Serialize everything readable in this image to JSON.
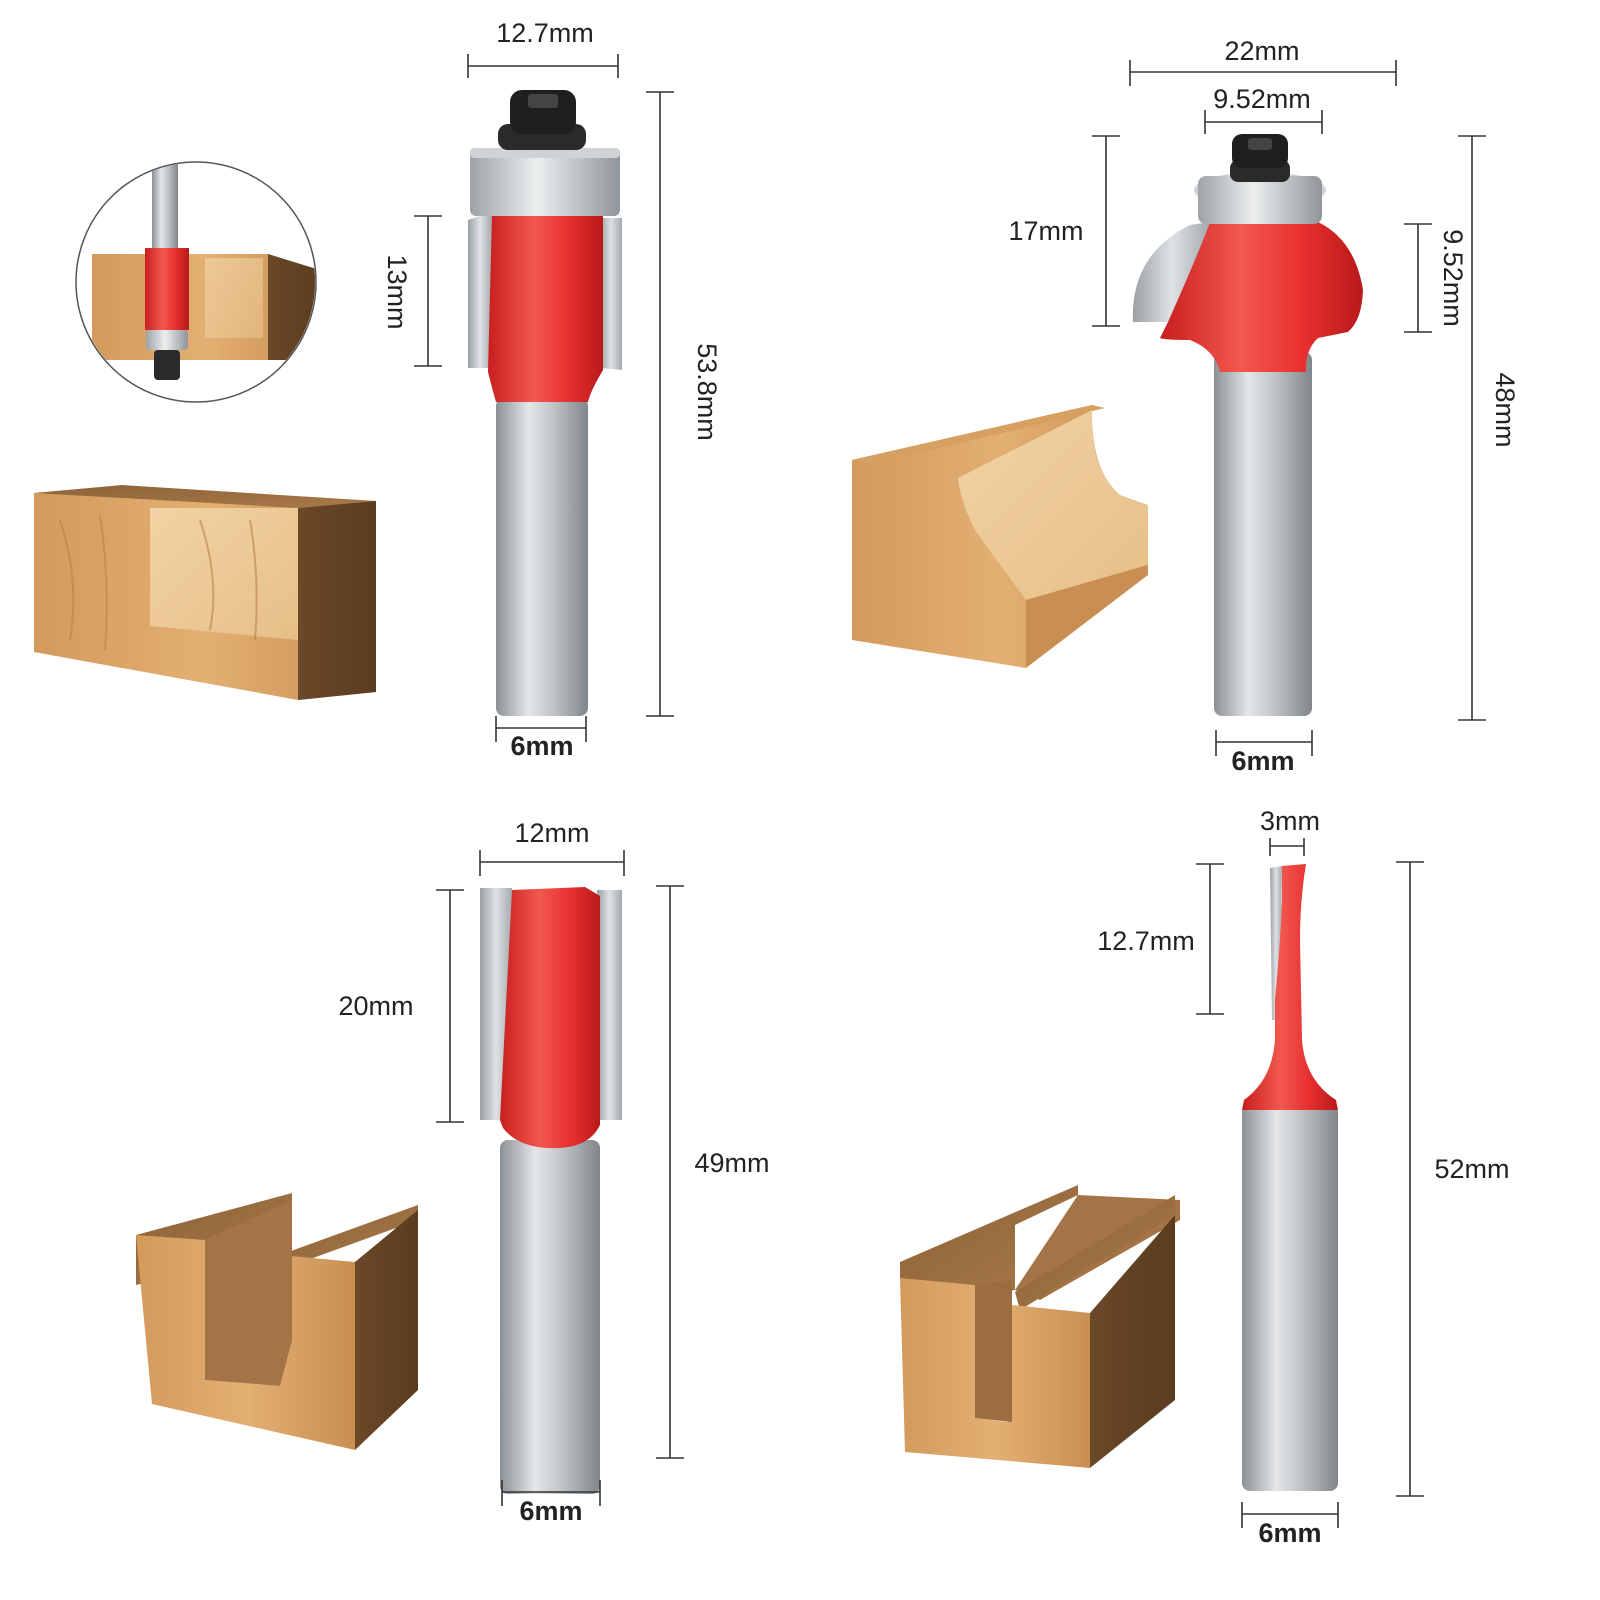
{
  "colors": {
    "red": "#e8302f",
    "red_dark": "#c81e1e",
    "red_light": "#f2584f",
    "steel": "#bfc3c6",
    "steel_dark": "#8a9094",
    "steel_light": "#e4e6e8",
    "wood_light": "#e7b67d",
    "wood_mid": "#d7a063",
    "wood_dark": "#8c6238",
    "bearing_black": "#2a2a2a",
    "dimension": "#333333"
  },
  "panels": [
    {
      "id": "flush-trim-bit",
      "labels": {
        "top_width": "12.7mm",
        "cut_height": "13mm",
        "overall_length": "53.8mm",
        "shank": "6mm"
      }
    },
    {
      "id": "roundover-bit",
      "labels": {
        "outer_width": "22mm",
        "bearing_width": "9.52mm",
        "cut_height": "17mm",
        "radius": "9.52mm",
        "overall_length": "48mm",
        "shank": "6mm"
      }
    },
    {
      "id": "straight-bit-12mm",
      "labels": {
        "top_width": "12mm",
        "cut_height": "20mm",
        "overall_length": "49mm",
        "shank": "6mm"
      }
    },
    {
      "id": "straight-bit-3mm",
      "labels": {
        "top_width": "3mm",
        "cut_height": "12.7mm",
        "overall_length": "52mm",
        "shank": "6mm"
      }
    }
  ]
}
